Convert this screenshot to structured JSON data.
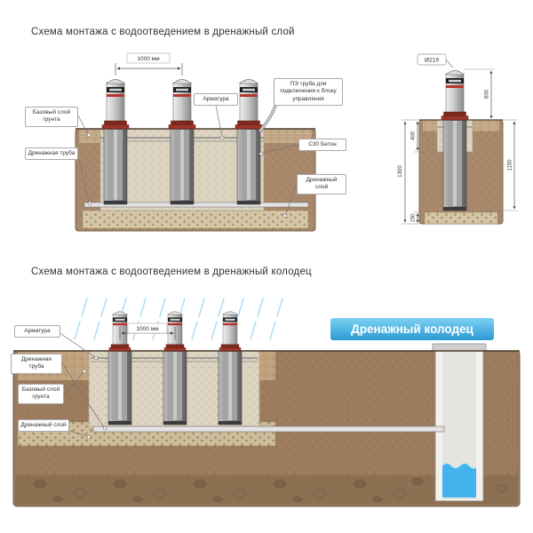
{
  "colors": {
    "banner_top": "#7ed1f2",
    "banner_bottom": "#2a9ad4",
    "soil": "#a8886a",
    "concrete": "#ddd3c1",
    "water": "#42b3ed",
    "flange_red": "#9c3429"
  },
  "section1": {
    "title": "Схема монтажа с водоотведением в дренажный слой",
    "labels": {
      "spacing": "1000 мм",
      "rebar": "Арматура",
      "pe_pipe": "ПЭ труба для подключения к блоку управления",
      "base_soil": "Базовый слой грунта",
      "drain_pipe": "Дренажная труба",
      "concrete": "С30 Бетон",
      "drain_layer": "Дренажный слой"
    },
    "dims": {
      "diameter": "Ø219",
      "above_ground": "600",
      "concrete_depth": "400",
      "total_depth": "1300",
      "gravel": "150",
      "casing": "1150"
    }
  },
  "section2": {
    "title": "Схема монтажа с водоотведением в дренажный колодец",
    "banner": "Дренажный колодец",
    "labels": {
      "spacing": "1000 мм",
      "rebar": "Арматура",
      "drain_pipe": "Дренажная труба",
      "base_soil": "Базовый слой грунта",
      "drain_layer": "Дренажный слой"
    }
  }
}
